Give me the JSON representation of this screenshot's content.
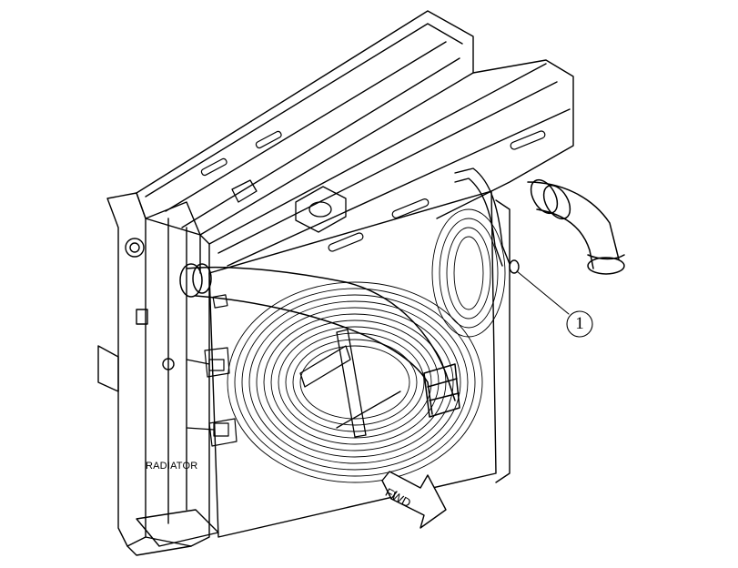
{
  "labels": {
    "radiator": "RADIATOR",
    "fwd": "FWD"
  },
  "callouts": [
    {
      "number": "1"
    }
  ]
}
